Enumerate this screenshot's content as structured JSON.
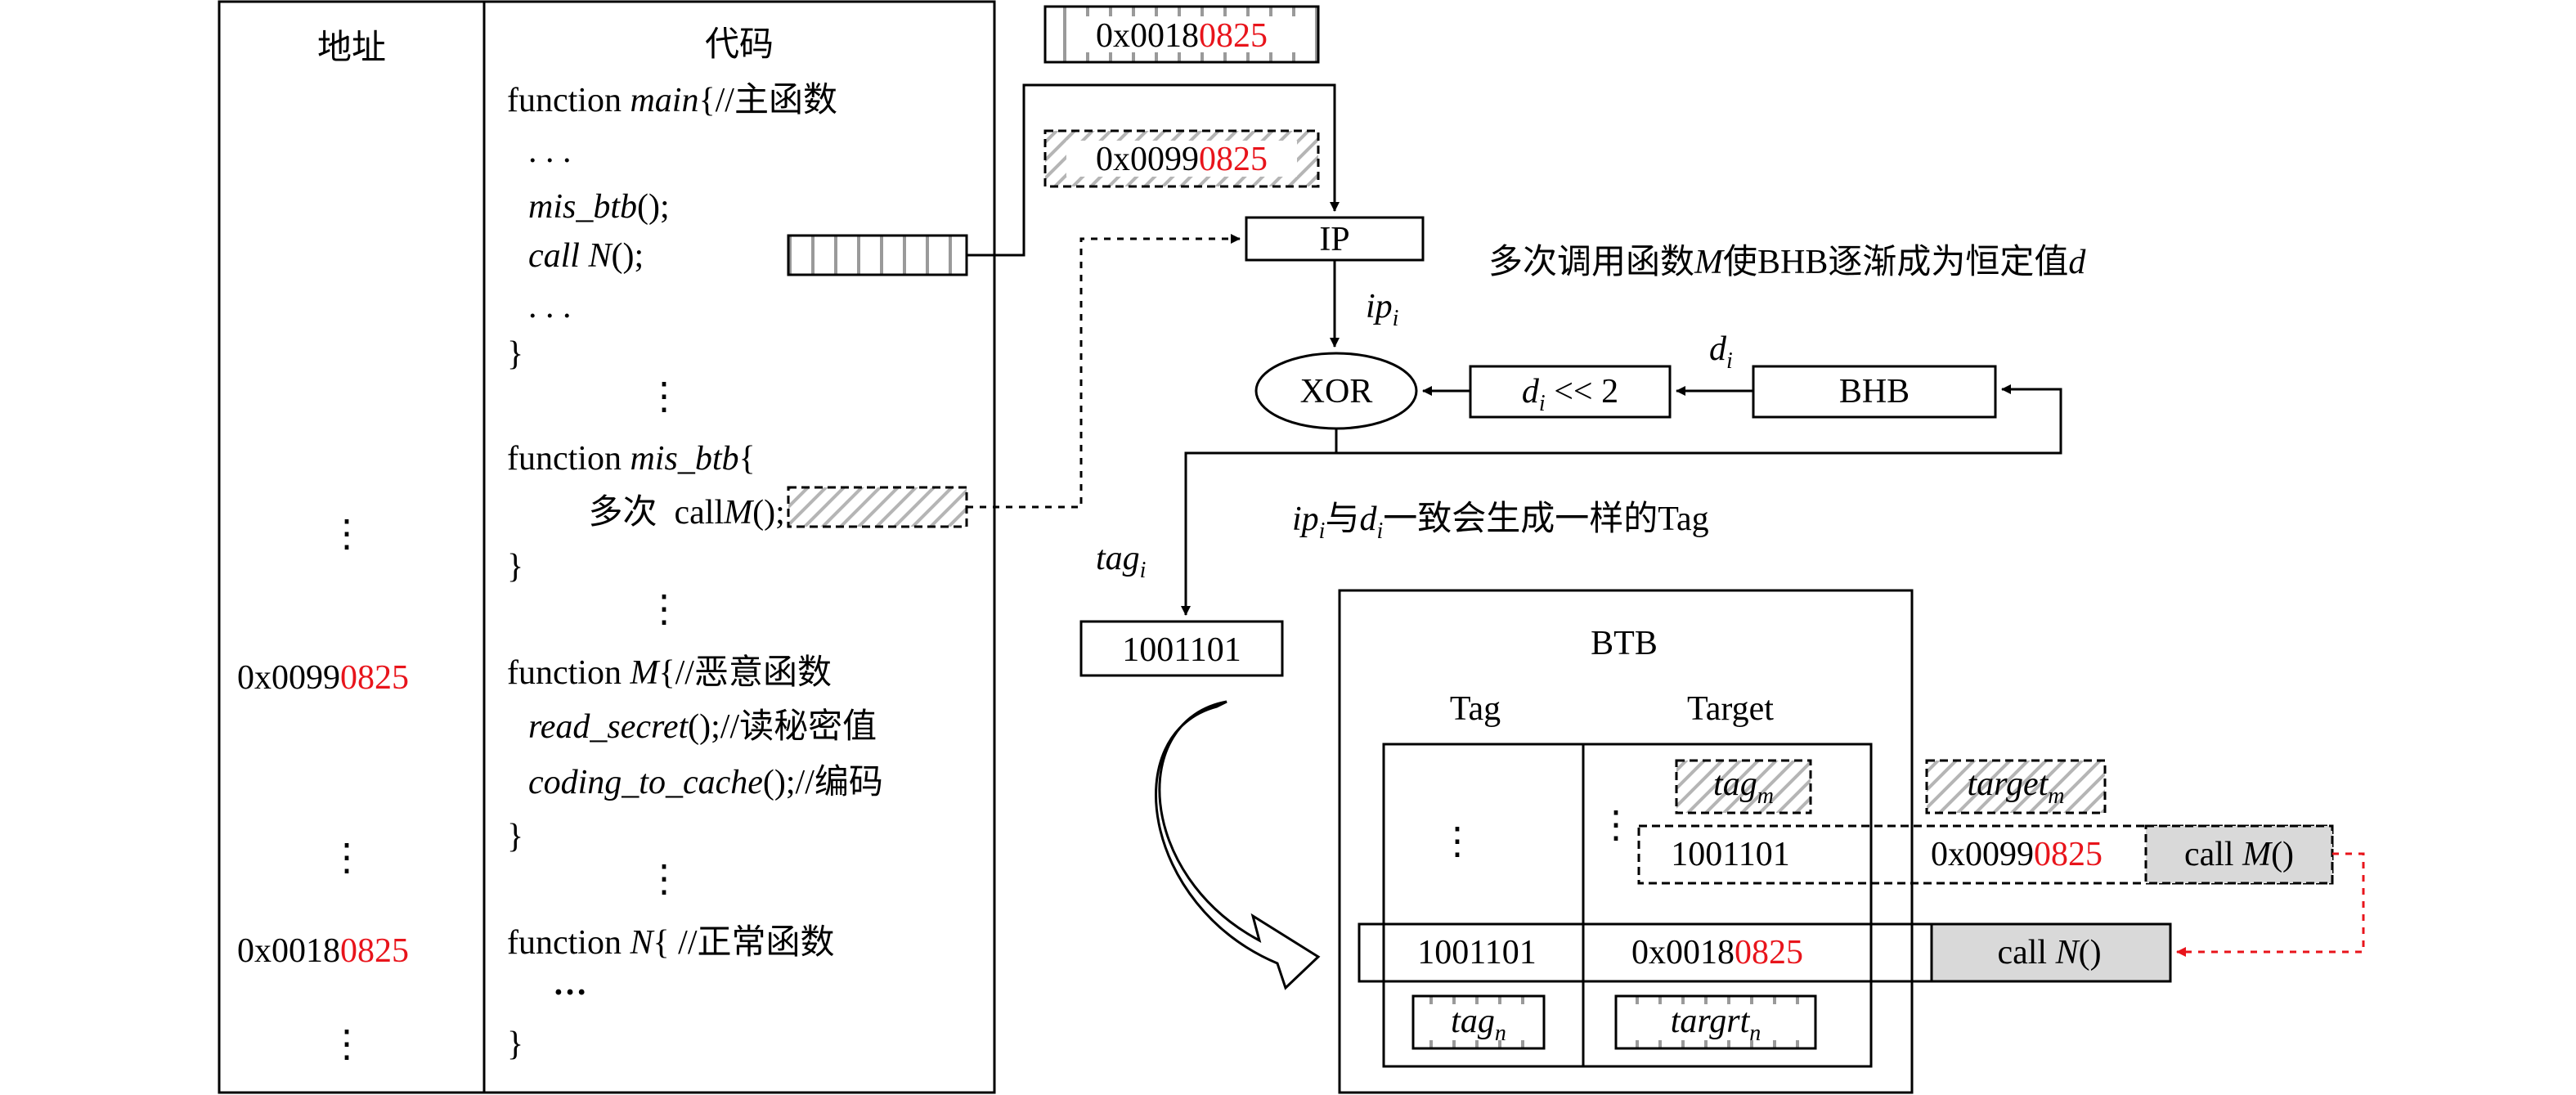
{
  "colors": {
    "red": "#e8141b",
    "callbox": "#d9d9d9",
    "stripe": "#9a9a9a"
  },
  "code_table": {
    "addr_header": "地址",
    "code_header": "代码",
    "dots": "⋮",
    "addr_M_prefix": "0x0099",
    "addr_M_suffix": "0825",
    "addr_N_prefix": "0x0018",
    "addr_N_suffix": "0825",
    "code": {
      "main_kw": "function ",
      "main_name": "main",
      "main_rest": "{//主函数",
      "ellipsis": ". . .",
      "mis_btb_call": "mis_btb",
      "call_suffix": "();",
      "call_kw": "call ",
      "call_n": "N",
      "close": "}",
      "misbtb_kw": "function ",
      "misbtb_name": "mis_btb",
      "misbtb_rest": "{",
      "multi_call": "多次  call",
      "multi_call_M": "M",
      "M_kw": "function ",
      "M_name": "M",
      "M_rest": "{//恶意函数",
      "read_secret": "read_secret",
      "read_secret_rest": "();//读秘密值",
      "coding": "coding_to_cache",
      "coding_rest": "();//编码",
      "N_kw": "function ",
      "N_name": "N",
      "N_rest": "{ //正常函数",
      "bold_dots": "…"
    }
  },
  "top_addr_prefix": "0x0018",
  "top_addr_suffix": "0825",
  "mid_addr_prefix": "0x0099",
  "mid_addr_suffix": "0825",
  "ip_label": "IP",
  "ip_i": "ip",
  "sub_i": "i",
  "xor_label": "XOR",
  "shift_d": "d",
  "shift_rest": "<< 2",
  "d_i": "d",
  "bhb_label": "BHB",
  "note_bhb": {
    "text": "多次调用函数",
    "M": "M",
    "mid": "使BHB逐渐成为恒定值",
    "d": "d"
  },
  "note_tag": {
    "ip": "ip",
    "mid": "与",
    "d": "d",
    "rest": "一致会生成一样的Tag"
  },
  "tag_i": "tag",
  "tag_value": "1001101",
  "btb": {
    "title": "BTB",
    "col_tag": "Tag",
    "col_target": "Target",
    "tag_m": "tag",
    "sub_m": "m",
    "target_m": "target",
    "row1_tag": "1001101",
    "row1_target_prefix": "0x0099",
    "row1_target_suffix": "0825",
    "row1_call": "call ",
    "row1_call_name": "M",
    "row1_call_paren": "()",
    "row2_tag": "1001101",
    "row2_target_prefix": "0x0018",
    "row2_target_suffix": "0825",
    "row2_call": "call ",
    "row2_call_name": "N",
    "row2_call_paren": "()",
    "tag_n": "tag",
    "sub_n": "n",
    "target_n": "targrt",
    "dots": "⋮"
  }
}
